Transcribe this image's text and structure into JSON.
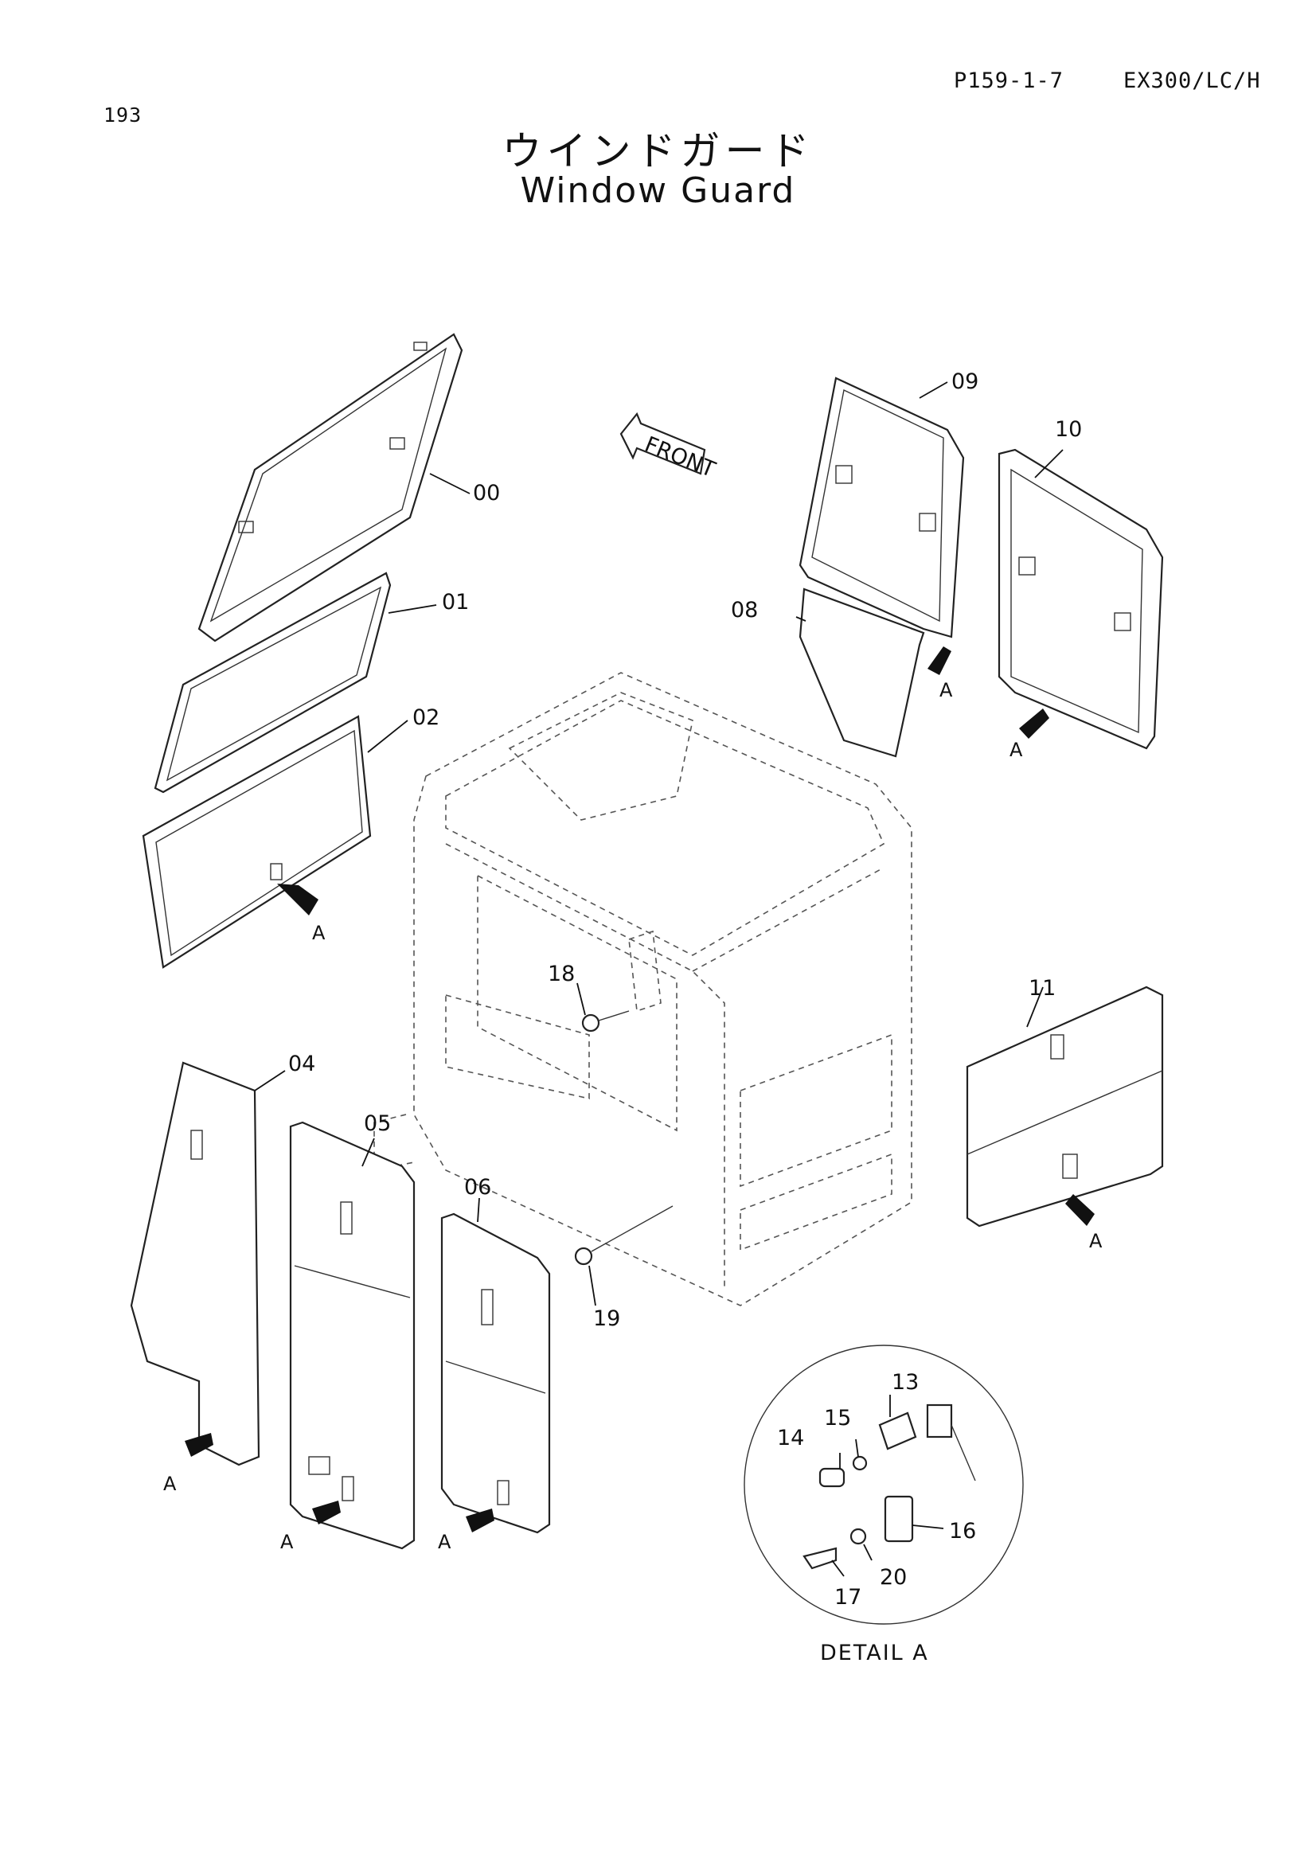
{
  "header": {
    "page_number": "193",
    "reference_code": "P159-1-7",
    "model": "EX300/LC/H"
  },
  "title": {
    "japanese": "ウインドガード",
    "english": "Window Guard"
  },
  "front_label": "FRONT",
  "parts": [
    {
      "no": "00"
    },
    {
      "no": "01"
    },
    {
      "no": "02"
    },
    {
      "no": "04"
    },
    {
      "no": "05"
    },
    {
      "no": "06"
    },
    {
      "no": "08"
    },
    {
      "no": "09"
    },
    {
      "no": "10"
    },
    {
      "no": "11"
    },
    {
      "no": "13"
    },
    {
      "no": "14"
    },
    {
      "no": "15"
    },
    {
      "no": "16"
    },
    {
      "no": "17"
    },
    {
      "no": "18"
    },
    {
      "no": "19"
    },
    {
      "no": "20"
    }
  ],
  "arrow_label": "A",
  "detail_caption": "DETAIL A",
  "colors": {
    "ink": "#111111",
    "paper": "#ffffff"
  }
}
